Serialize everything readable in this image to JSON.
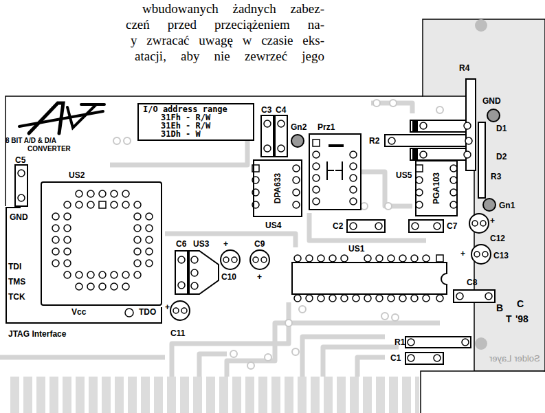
{
  "diagram": {
    "nodes": [
      {
        "text": [
          "I/O address range",
          "31Fh - R/W",
          "31Eh - R/W",
          "31Dh - W"
        ]
      },
      {
        "text": [
          "DPA633"
        ]
      },
      {
        "text": [
          "PGA103"
        ]
      },
      {
        "text": [
          "GND",
          "TDI",
          "TMS",
          "TCK",
          "Vcc",
          "TDO",
          "JTAG Interface"
        ]
      }
    ],
    "labels": [
      "wbudowanych żadnych zabez-",
      "czeń przed przeciążeniem na-",
      "y zwracać uwagę w czasie eks-",
      "atacji, aby nie zewrzeć jego",
      "8 BIT A/D & D/A",
      "CONVERTER",
      "C5",
      "US2",
      "C3",
      "C4",
      "Gn2",
      "Prz1",
      "R2",
      "D1",
      "D2",
      "R4",
      "GND",
      "R3",
      "US4",
      "US5",
      "Gn1",
      "C2",
      "C7",
      "C12",
      "+",
      "+",
      "C13",
      "C6",
      "US3",
      "+",
      "C9",
      "C10",
      "+",
      "US1",
      "C8",
      "B",
      "C",
      "T",
      "'98",
      "+",
      "C11",
      "R1",
      "C1",
      "Solder Layer"
    ]
  }
}
